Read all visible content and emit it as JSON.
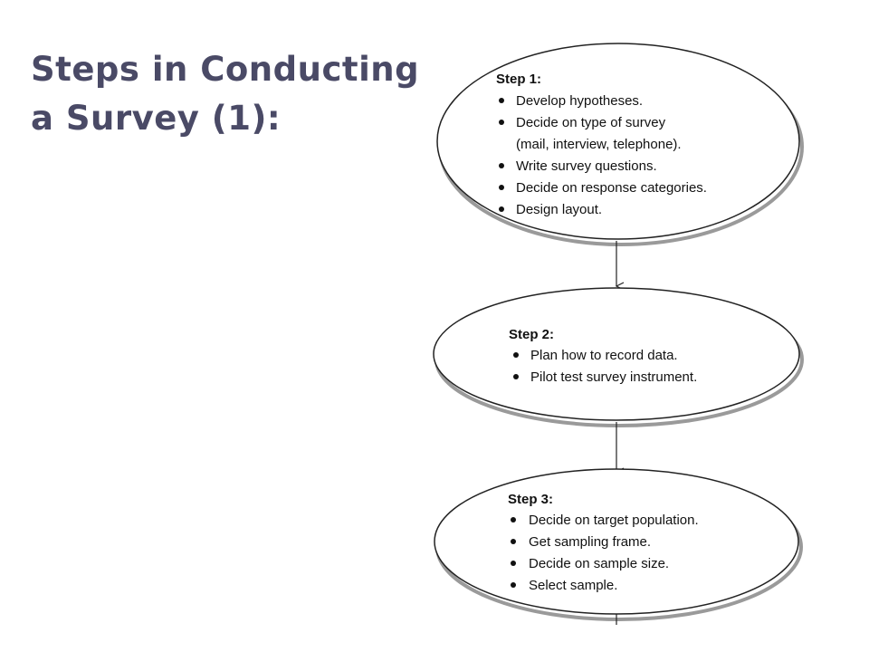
{
  "title": {
    "line1": "Steps in Conducting",
    "line2": "a Survey (1):"
  },
  "colors": {
    "title": "#4a4a66",
    "ellipse_stroke": "#222222",
    "ellipse_shadow": "#9a9a9a",
    "arrow": "#222222"
  },
  "steps": [
    {
      "heading": "Step 1:",
      "items": [
        "Develop hypotheses.",
        "Decide on type of survey",
        "(mail, interview, telephone).",
        "Write survey questions.",
        "Decide on response categories.",
        "Design layout."
      ],
      "bullets": [
        true,
        true,
        false,
        true,
        true,
        true
      ]
    },
    {
      "heading": "Step 2:",
      "items": [
        "Plan how to record data.",
        "Pilot test survey instrument."
      ],
      "bullets": [
        true,
        true
      ]
    },
    {
      "heading": "Step 3:",
      "items": [
        "Decide on target population.",
        "Get sampling frame.",
        "Decide on sample size.",
        "Select sample."
      ],
      "bullets": [
        true,
        true,
        true,
        true
      ]
    }
  ]
}
